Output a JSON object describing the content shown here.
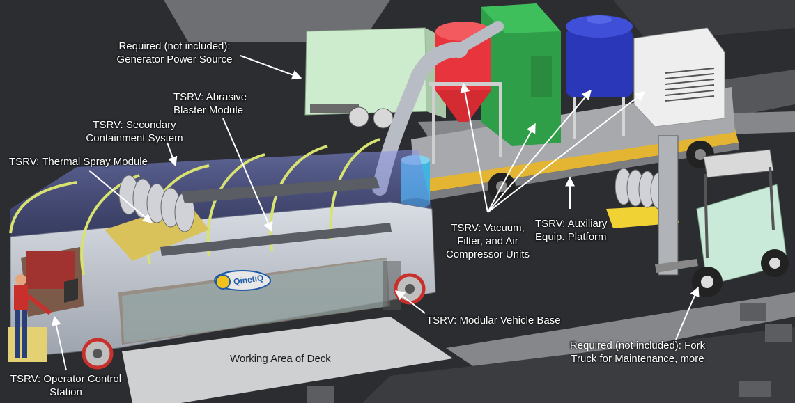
{
  "labels": {
    "generator": [
      "Required (not included):",
      "Generator Power Source"
    ],
    "abrasive": [
      "TSRV: Abrasive",
      "Blaster Module"
    ],
    "secondary": [
      "TSRV: Secondary",
      "Containment System"
    ],
    "thermal": [
      "TSRV: Thermal Spray Module"
    ],
    "vacuum": [
      "TSRV: Vacuum,",
      "Filter, and Air",
      "Compressor Units"
    ],
    "auxiliary": [
      "TSRV: Auxiliary",
      "Equip. Platform"
    ],
    "vehicle_base": [
      "TSRV: Modular Vehicle Base"
    ],
    "working_area": [
      "Working Area of Deck"
    ],
    "forktruck": [
      "Required (not included): Fork",
      "Truck for Maintenance, more"
    ],
    "operator": [
      "TSRV: Operator Control",
      "Station"
    ]
  },
  "logo_text": "QinetiQ",
  "colors": {
    "background": "#2b2d31",
    "generator": "#cdebcd",
    "cyclone_red": "#e8353d",
    "green_cabinet": "#2f9e48",
    "blue_tank": "#2937b8",
    "cyan_drum": "#3fb5df",
    "forklift": "#c9ead8",
    "platform_trim": "#e3b533",
    "tent": "#6a78d8",
    "label_text": "#ffffff"
  }
}
